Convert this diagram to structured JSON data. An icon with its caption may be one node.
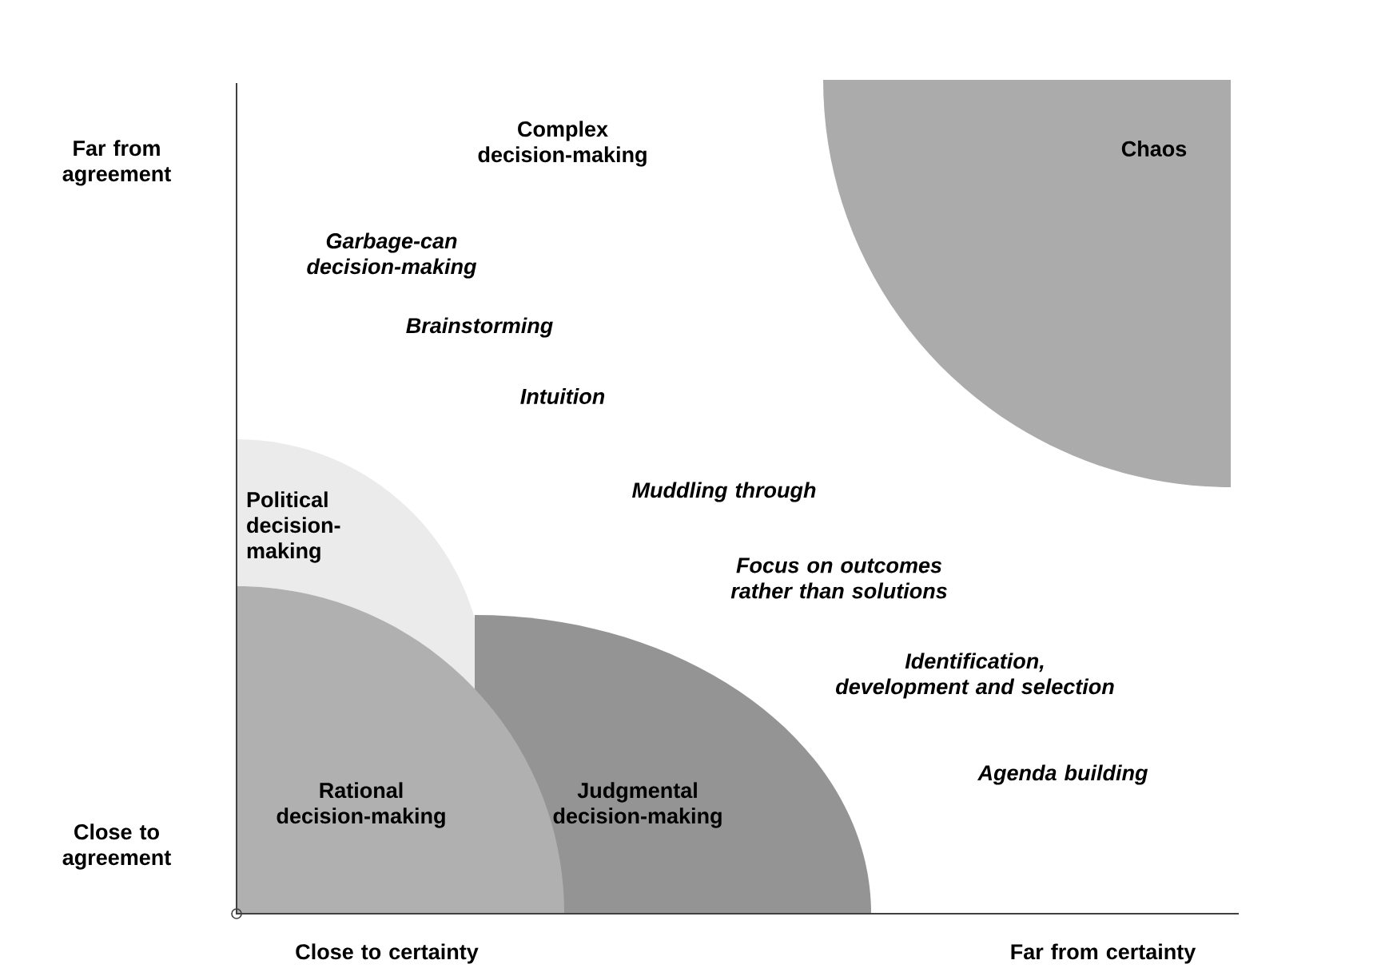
{
  "diagram": {
    "nodes": [
      {
        "text": [
          "Chaos"
        ]
      },
      {
        "text": [
          "Political decision-making"
        ]
      },
      {
        "text": [
          "Rational decision-making"
        ]
      },
      {
        "text": [
          "Judgmental decision-making"
        ]
      }
    ],
    "labels": [
      "Far from agreement",
      "Complex decision-making",
      "Garbage-can decision-making",
      "Brainstorming",
      "Intuition",
      "Muddling through",
      "Focus on outcomes rather than solutions",
      "Identification, development and selection",
      "Agenda building",
      "Close to agreement",
      "Close to certainty",
      "Far from certainty"
    ]
  }
}
